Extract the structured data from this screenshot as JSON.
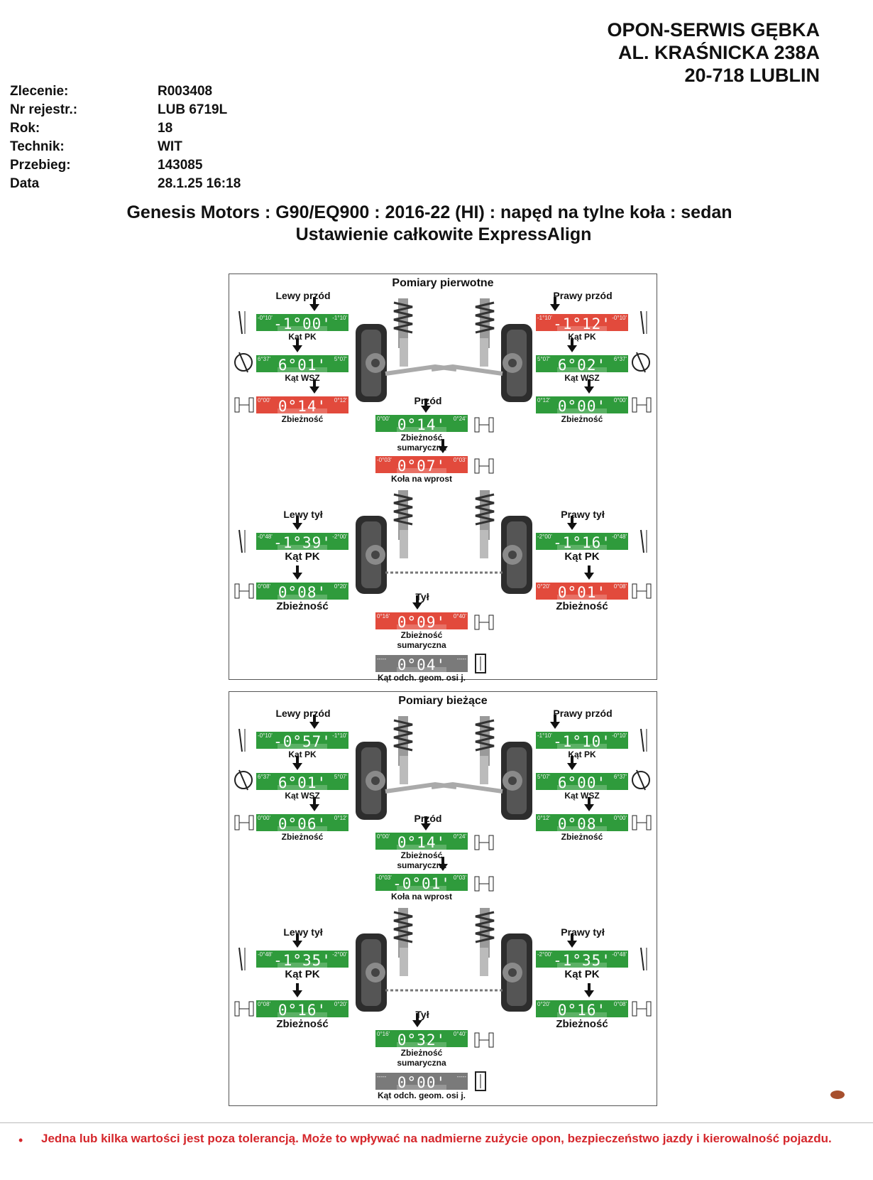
{
  "shop": {
    "name": "OPON-SERWIS GĘBKA",
    "street": "AL. KRAŚNICKA 238A",
    "city": "20-718 LUBLIN"
  },
  "order": {
    "rows": [
      {
        "key": "Zlecenie:",
        "value": "R003408"
      },
      {
        "key": "Nr rejestr.:",
        "value": "LUB 6719L"
      },
      {
        "key": "Rok:",
        "value": "18"
      },
      {
        "key": "Technik:",
        "value": "WIT"
      },
      {
        "key": "Przebieg:",
        "value": "143085"
      },
      {
        "key": "Data",
        "value": "28.1.25 16:18"
      }
    ]
  },
  "vehicle": {
    "line1": "Genesis Motors : G90/EQ900 : 2016-22 (HI) : napęd na tylne koła : sedan",
    "line2": "Ustawienie całkowite ExpressAlign"
  },
  "colors": {
    "ok": "#2f9b3c",
    "bad": "#e24a3c",
    "neutral": "#7a7a7a",
    "warning": "#d5262b"
  },
  "panels": [
    {
      "title": "Pomiary pierwotne",
      "labels": {
        "lf": "Lewy przód",
        "rf": "Prawy przód",
        "front": "Przód",
        "lr": "Lewy tył",
        "rr": "Prawy tył",
        "rear": "Tył"
      },
      "lf": {
        "camber": {
          "lo": "-0°10'",
          "hi": "-1°10'",
          "val": "-1°00'",
          "status": "ok",
          "label": "Kąt PK"
        },
        "caster": {
          "lo": "6°37'",
          "hi": "5°07'",
          "val": "6°01'",
          "status": "ok",
          "label": "Kąt WSZ"
        },
        "toe": {
          "lo": "0°00'",
          "hi": "0°12'",
          "val": "0°14'",
          "status": "bad",
          "label": "Zbieżność"
        }
      },
      "rf": {
        "camber": {
          "lo": "-1°10'",
          "hi": "-0°10'",
          "val": "-1°12'",
          "status": "bad",
          "label": "Kąt PK"
        },
        "caster": {
          "lo": "5°07'",
          "hi": "6°37'",
          "val": "6°02'",
          "status": "ok",
          "label": "Kąt WSZ"
        },
        "toe": {
          "lo": "0°12'",
          "hi": "0°00'",
          "val": "0°00'",
          "status": "ok",
          "label": "Zbieżność"
        }
      },
      "front_total": {
        "lo": "0°00'",
        "hi": "0°24'",
        "val": "0°14'",
        "status": "ok",
        "label": "Zbieżność sumaryczna"
      },
      "setback": {
        "lo": "-0°03'",
        "hi": "0°03'",
        "val": "0°07'",
        "status": "bad",
        "label": "Koła na wprost"
      },
      "lr": {
        "camber": {
          "lo": "-0°48'",
          "hi": "-2°00'",
          "val": "-1°39'",
          "status": "ok",
          "label": "Kąt PK"
        },
        "toe": {
          "lo": "0°08'",
          "hi": "0°20'",
          "val": "0°08'",
          "status": "ok",
          "label": "Zbieżność"
        }
      },
      "rr": {
        "camber": {
          "lo": "-2°00'",
          "hi": "-0°48'",
          "val": "-1°16'",
          "status": "ok",
          "label": "Kąt PK"
        },
        "toe": {
          "lo": "0°20'",
          "hi": "0°08'",
          "val": "0°01'",
          "status": "bad",
          "label": "Zbieżność"
        }
      },
      "rear_total": {
        "lo": "0°16'",
        "hi": "0°40'",
        "val": "0°09'",
        "status": "bad",
        "label": "Zbieżność sumaryczna"
      },
      "thrust": {
        "lo": "-----",
        "hi": "-----",
        "val": "0°04'",
        "status": "neutral",
        "label": "Kąt odch. geom. osi j."
      }
    },
    {
      "title": "Pomiary bieżące",
      "labels": {
        "lf": "Lewy przód",
        "rf": "Prawy przód",
        "front": "Przód",
        "lr": "Lewy tył",
        "rr": "Prawy tył",
        "rear": "Tył"
      },
      "lf": {
        "camber": {
          "lo": "-0°10'",
          "hi": "-1°10'",
          "val": "-0°57'",
          "status": "ok",
          "label": "Kąt PK"
        },
        "caster": {
          "lo": "6°37'",
          "hi": "5°07'",
          "val": "6°01'",
          "status": "ok",
          "label": "Kąt WSZ"
        },
        "toe": {
          "lo": "0°00'",
          "hi": "0°12'",
          "val": "0°06'",
          "status": "ok",
          "label": "Zbieżność"
        }
      },
      "rf": {
        "camber": {
          "lo": "-1°10'",
          "hi": "-0°10'",
          "val": "-1°10'",
          "status": "ok",
          "label": "Kąt PK"
        },
        "caster": {
          "lo": "5°07'",
          "hi": "6°37'",
          "val": "6°00'",
          "status": "ok",
          "label": "Kąt WSZ"
        },
        "toe": {
          "lo": "0°12'",
          "hi": "0°00'",
          "val": "0°08'",
          "status": "ok",
          "label": "Zbieżność"
        }
      },
      "front_total": {
        "lo": "0°00'",
        "hi": "0°24'",
        "val": "0°14'",
        "status": "ok",
        "label": "Zbieżność sumaryczna"
      },
      "setback": {
        "lo": "-0°03'",
        "hi": "0°03'",
        "val": "-0°01'",
        "status": "ok",
        "label": "Koła na wprost"
      },
      "lr": {
        "camber": {
          "lo": "-0°48'",
          "hi": "-2°00'",
          "val": "-1°35'",
          "status": "ok",
          "label": "Kąt PK"
        },
        "toe": {
          "lo": "0°08'",
          "hi": "0°20'",
          "val": "0°16'",
          "status": "ok",
          "label": "Zbieżność"
        }
      },
      "rr": {
        "camber": {
          "lo": "-2°00'",
          "hi": "-0°48'",
          "val": "-1°35'",
          "status": "ok",
          "label": "Kąt PK"
        },
        "toe": {
          "lo": "0°20'",
          "hi": "0°08'",
          "val": "0°16'",
          "status": "ok",
          "label": "Zbieżność"
        }
      },
      "rear_total": {
        "lo": "0°16'",
        "hi": "0°40'",
        "val": "0°32'",
        "status": "ok",
        "label": "Zbieżność sumaryczna"
      },
      "thrust": {
        "lo": "-----",
        "hi": "-----",
        "val": "0°00'",
        "status": "neutral",
        "label": "Kąt odch. geom. osi j."
      }
    }
  ],
  "warning": {
    "bullet": "•",
    "text": "Jedna lub kilka wartości jest poza tolerancją. Może to wpływać na nadmierne zużycie opon, bezpieczeństwo jazdy i kierowalność pojazdu."
  }
}
